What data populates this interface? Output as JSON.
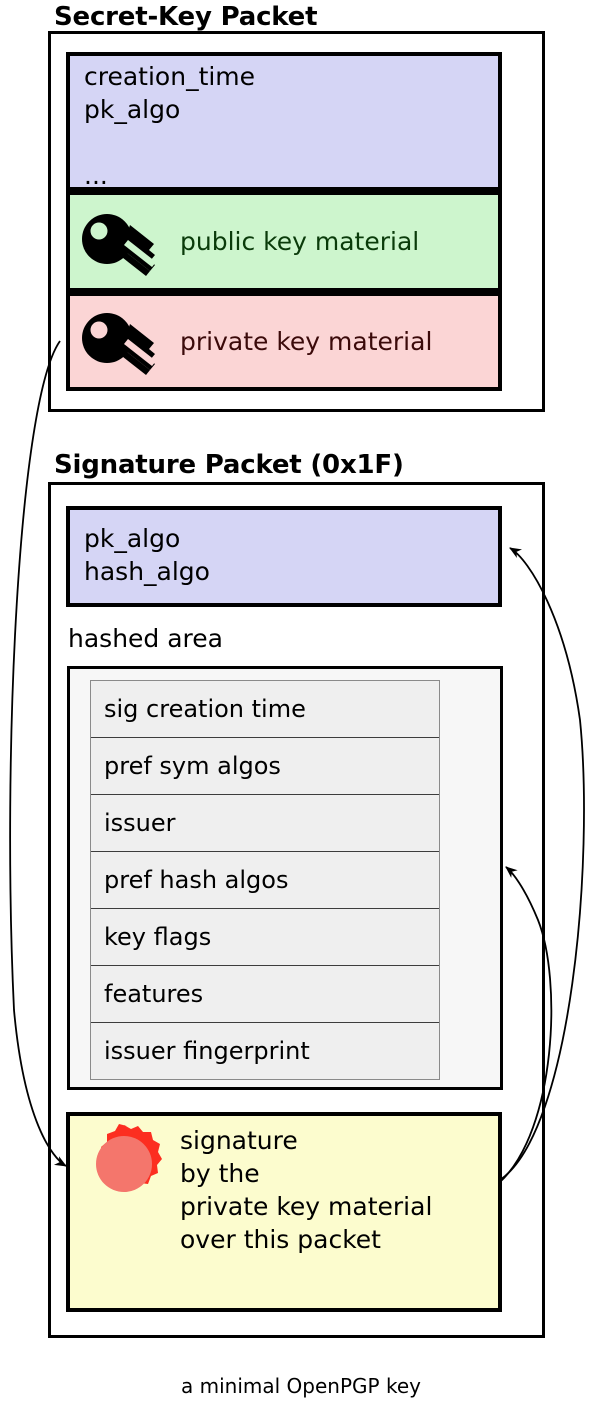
{
  "caption": "a minimal OpenPGP key",
  "packets": [
    {
      "title": "Secret-Key Packet",
      "fields": [
        {
          "name": "header-fields",
          "text": "creation_time\npk_algo\n\n...",
          "color": "blue",
          "icon": null
        },
        {
          "name": "public-key-material",
          "text": "public key material",
          "color": "green",
          "icon": "key-icon"
        },
        {
          "name": "private-key-material",
          "text": "private key material",
          "color": "pink",
          "icon": "key-icon"
        }
      ]
    },
    {
      "title": "Signature Packet (0x1F)",
      "fields": [
        {
          "name": "algo-fields",
          "text": "pk_algo\nhash_algo",
          "color": "blue",
          "icon": null
        },
        {
          "name": "signature-block",
          "text": "signature\nby the\nprivate key material\nover this packet",
          "color": "yellow",
          "icon": "wax-seal-icon"
        }
      ],
      "hashed_area": {
        "label": "hashed area",
        "subpackets": [
          "sig creation time",
          "pref sym algos",
          "issuer",
          "pref hash algos",
          "key flags",
          "features",
          "issuer fingerprint"
        ]
      }
    }
  ],
  "colors": {
    "blue": "#d5d5f5",
    "green": "#cdf5cd",
    "pink": "#fbd5d5",
    "yellow": "#fcfcce",
    "subpacket": "#efefef",
    "area": "#f7f7f7",
    "seal_ring": "#fc2e20",
    "seal_fill": "#f4766c",
    "stroke": "#000000"
  },
  "arrows": [
    {
      "name": "private-key-to-signature",
      "from": "private-key-material",
      "to": "signature-block"
    },
    {
      "name": "signature-over-algo-fields",
      "from": "signature-block",
      "to": "algo-fields"
    },
    {
      "name": "signature-over-hashed-area",
      "from": "signature-block",
      "to": "hashed-area"
    }
  ]
}
